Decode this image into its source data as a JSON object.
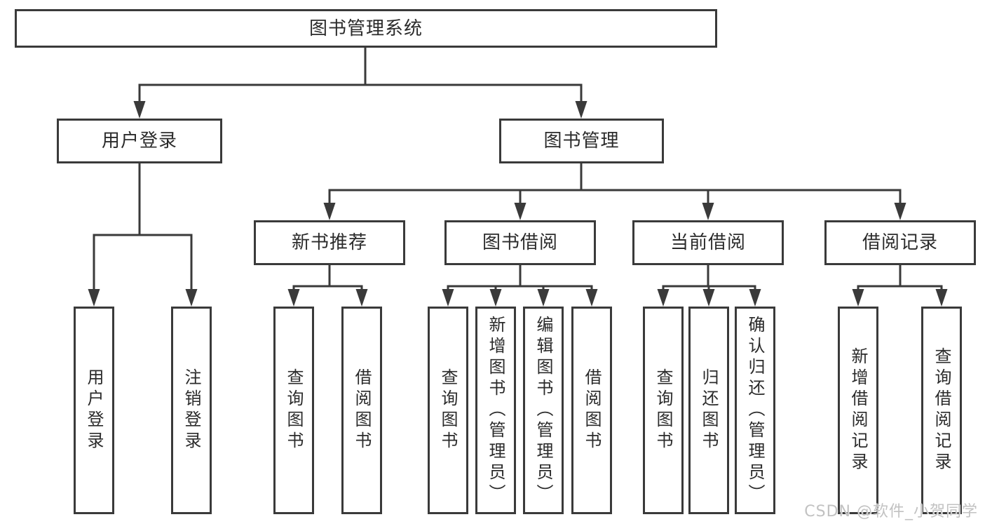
{
  "diagram": {
    "root": {
      "label": "图书管理系统"
    },
    "level2": [
      {
        "label": "用户登录"
      },
      {
        "label": "图书管理"
      }
    ],
    "level3": [
      {
        "label": "新书推荐"
      },
      {
        "label": "图书借阅"
      },
      {
        "label": "当前借阅"
      },
      {
        "label": "借阅记录"
      }
    ],
    "leaves": {
      "user_login": [
        "用户登录",
        "注销登录"
      ],
      "new_book_recommend": [
        "查询图书",
        "借阅图书"
      ],
      "book_borrowing": [
        "查询图书",
        "新增图书（管理员）",
        "编辑图书（管理员）",
        "借阅图书"
      ],
      "current_borrowing": [
        "查询图书",
        "归还图书",
        "确认归还（管理员）"
      ],
      "borrowing_records": [
        "新增借阅记录",
        "查询借阅记录"
      ]
    }
  },
  "watermark": {
    "text": "CSDN @软件_小贺同学"
  },
  "colors": {
    "line": "#3a3a3a",
    "text": "#2b2b2b",
    "background": "#ffffff",
    "box_background": "#ffffff",
    "watermark": "#c2c2c2"
  }
}
